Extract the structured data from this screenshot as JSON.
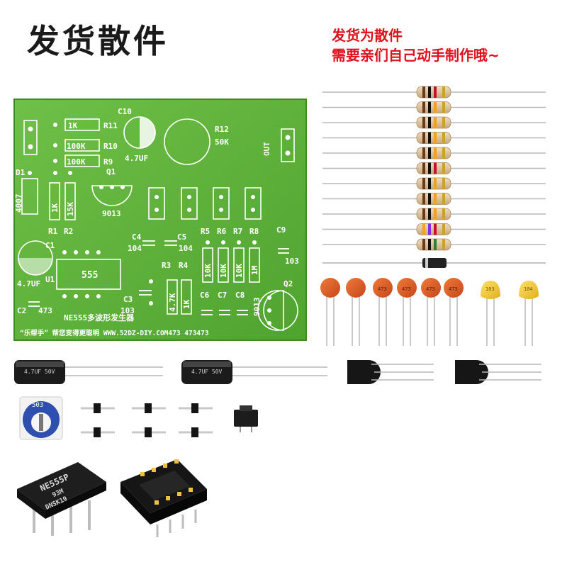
{
  "header": {
    "title": "发货散件",
    "note_line1": "发货为散件",
    "note_line2": "需要亲们自己动手制作哦~"
  },
  "pcb": {
    "r11": "1K",
    "r11_ref": "R11",
    "r10": "100K",
    "r10_ref": "R10",
    "r9": "100K",
    "r9_ref": "R9",
    "c10": "C10",
    "c10_val": "4.7UF",
    "q1": "Q1",
    "q1_type": "9013",
    "r12": "R12",
    "r12_val": "50K",
    "out": "OUT",
    "d1": "D1",
    "d1_val": "4007",
    "r1_val": "1K",
    "r2_val": "15K",
    "r1": "R1",
    "r2": "R2",
    "c1": "C1",
    "c1_val": "4.7UF",
    "u1": "U1",
    "ic": "555",
    "c2": "C2",
    "c2_val": "473",
    "c4": "C4",
    "c4_val": "104",
    "c5": "C5",
    "c5_val": "104",
    "r5": "R5",
    "r6": "R6",
    "r7": "R7",
    "r8": "R8",
    "c9": "C9",
    "c9_val": "103",
    "r3": "R3",
    "r4": "R4",
    "r3_val": "4.7K",
    "r4_val": "1K",
    "r5_val": "10K",
    "r6_val": "10K",
    "r7_val": "10K",
    "r8_val": "1M",
    "c3": "C3",
    "c3_val": "103",
    "c6": "C6",
    "c7": "C7",
    "c8": "C8",
    "q2": "Q2",
    "q2_type": "9013",
    "title": "NE555多波形发生器",
    "footer": "“乐帮手” 帮您变得更聪明 WWW.52DZ-DIY.COM473 473473"
  },
  "parts": {
    "cap_labels": [
      "",
      "",
      "473",
      "473",
      "473",
      "473",
      "103",
      "104"
    ],
    "elec_cap_label": "4.7UF 50V",
    "pot_label": "503",
    "ic_marking_1": "NE555P",
    "ic_marking_2": "93M",
    "ic_marking_3": "DNSK19"
  },
  "colors": {
    "pcb": "#5fb33c",
    "pcb_silk": "#ffffff",
    "accent_red": "#e0101c"
  }
}
